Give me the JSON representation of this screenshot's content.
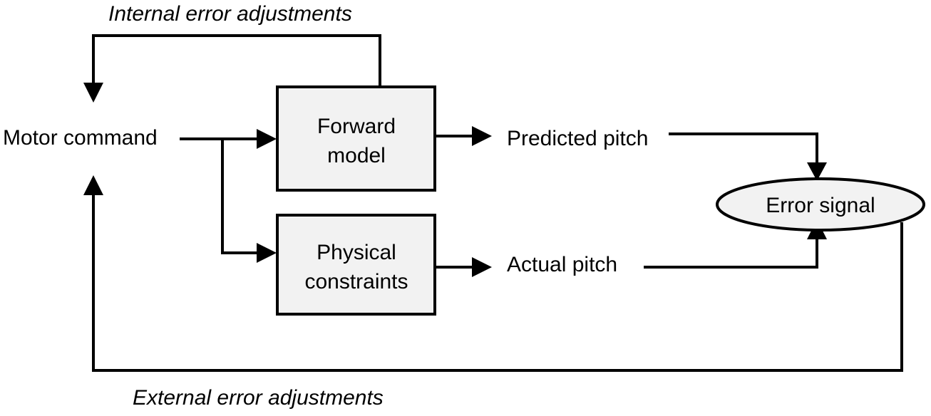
{
  "labels": {
    "internal_adjustments": "Internal error adjustments",
    "external_adjustments": "External error adjustments",
    "motor_command": "Motor command",
    "predicted_pitch": "Predicted pitch",
    "actual_pitch": "Actual pitch"
  },
  "boxes": {
    "forward_model": {
      "line1": "Forward",
      "line2": "model"
    },
    "physical_constraints": {
      "line1": "Physical",
      "line2": "constraints"
    }
  },
  "ellipse": {
    "error_signal": "Error signal"
  }
}
